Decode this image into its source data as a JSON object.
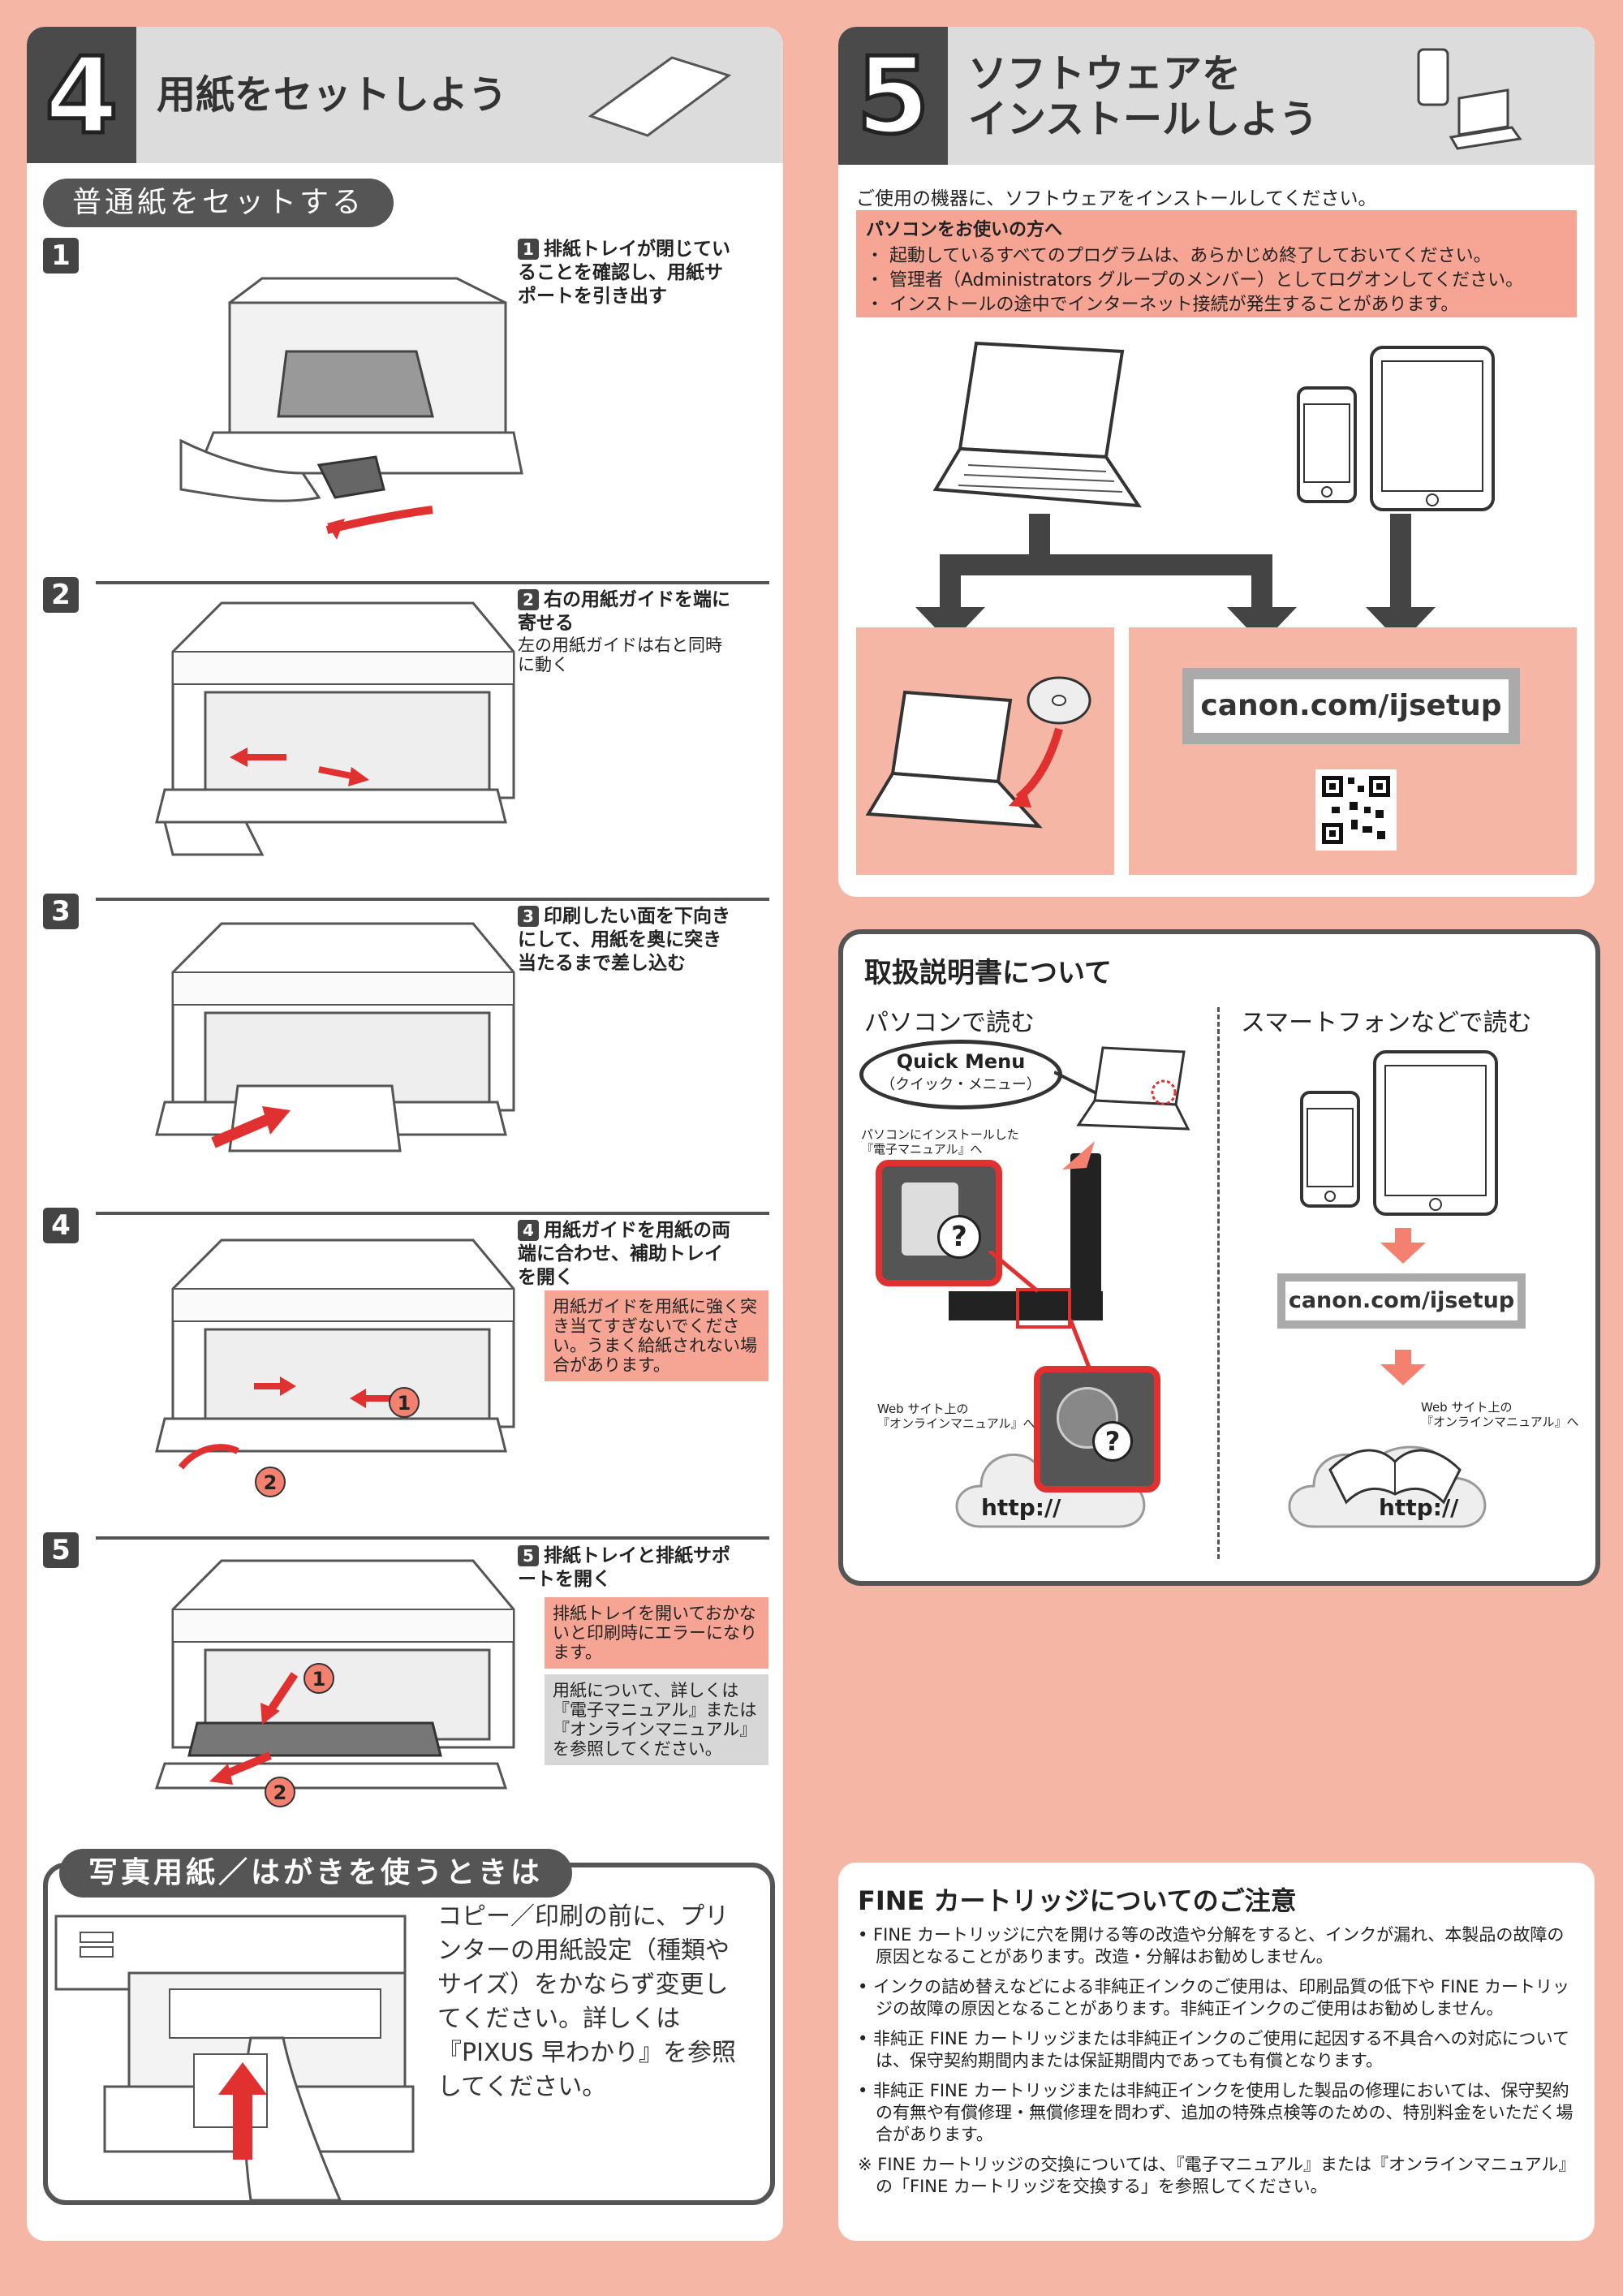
{
  "section4": {
    "number": "4",
    "title": "用紙をセットしよう",
    "plain_paper_heading": "普通紙をセットする",
    "steps": [
      {
        "num": "1",
        "badge": "1",
        "text": "排紙トレイが閉じていることを確認し、用紙サポートを引き出す",
        "sub": ""
      },
      {
        "num": "2",
        "badge": "2",
        "text": "右の用紙ガイドを端に寄せる",
        "sub": "左の用紙ガイドは右と同時に動く"
      },
      {
        "num": "3",
        "badge": "3",
        "text": "印刷したい面を下向きにして、用紙を奥に突き当たるまで差し込む",
        "sub": ""
      },
      {
        "num": "4",
        "badge": "4",
        "text": "用紙ガイドを用紙の両端に合わせ、補助トレイを開く",
        "sub": "",
        "note": "用紙ガイドを用紙に強く突き当てすぎないでください。うまく給紙されない場合があります。"
      },
      {
        "num": "5",
        "badge": "5",
        "text": "排紙トレイと排紙サポートを開く",
        "sub": "",
        "note": "排紙トレイを開いておかないと印刷時にエラーになります。",
        "note2": "用紙について、詳しくは『電子マニュアル』または『オンラインマニュアル』を参照してください。"
      }
    ],
    "callout_1": "1",
    "callout_2": "2",
    "photo_heading": "写真用紙／はがきを使うときは",
    "photo_text": "コピー／印刷の前に、プリンターの用紙設定（種類やサイズ）をかならず変更してください。詳しくは『PIXUS 早わかり』を参照してください。"
  },
  "section5": {
    "number": "5",
    "title_line1": "ソフトウェアを",
    "title_line2": "インストールしよう",
    "intro": "ご使用の機器に、ソフトウェアをインストールしてください。",
    "pc_heading": "パソコンをお使いの方へ",
    "pc_bullets": [
      "・ 起動しているすべてのプログラムは、あらかじめ終了しておいてください。",
      "・ 管理者（Administrators グループのメンバー）としてログオンしてください。",
      "・ インストールの途中でインターネット接続が発生することがあります。"
    ],
    "url": "canon.com/ijsetup"
  },
  "manual": {
    "title": "取扱説明書について",
    "pc_label": "パソコンで読む",
    "phone_label": "スマートフォンなどで読む",
    "quick_menu": "Quick Menu",
    "quick_menu_sub": "（クイック・メニュー）",
    "installed_manual_line1": "パソコンにインストールした",
    "installed_manual_line2": "『電子マニュアル』へ",
    "web_left_line1": "Web サイト上の",
    "web_left_line2": "『オンラインマニュアル』へ",
    "web_right_line1": "Web サイト上の",
    "web_right_line2": "『オンラインマニュアル』へ",
    "http": "http://",
    "url": "canon.com/ijsetup"
  },
  "fine": {
    "title": "FINE カートリッジについてのご注意",
    "bullets": [
      "• FINE カートリッジに穴を開ける等の改造や分解をすると、インクが漏れ、本製品の故障の原因となることがあります。改造・分解はお勧めしません。",
      "• インクの詰め替えなどによる非純正インクのご使用は、印刷品質の低下や FINE カートリッジの故障の原因となることがあります。非純正インクのご使用はお勧めしません。",
      "• 非純正 FINE カートリッジまたは非純正インクのご使用に起因する不具合への対応については、保守契約期間内または保証期間内であっても有償となります。",
      "• 非純正 FINE カートリッジまたは非純正インクを使用した製品の修理においては、保守契約の有無や有償修理・無償修理を問わず、追加の特殊点検等のための、特別料金をいただく場合があります。"
    ],
    "footnote": "※ FINE カートリッジの交換については、『電子マニュアル』または『オンラインマニュアル』の「FINE カートリッジを交換する」を参照してください。"
  },
  "colors": {
    "salmon": "#f6b6a6",
    "salmon_dark": "#f6a494",
    "dark": "#444444",
    "gray": "#dcdcdc"
  }
}
